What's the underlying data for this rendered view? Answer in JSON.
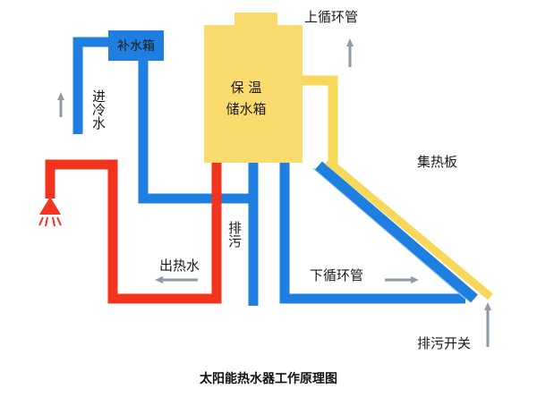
{
  "labels": {
    "makeup_tank": "补水箱",
    "storage_tank_line1": "保  温",
    "storage_tank_line2": "储水箱",
    "upper_circulation_pipe": "上循环管",
    "cold_water_inlet": "进冷水",
    "collector_panel": "集热板",
    "drain": "排污",
    "hot_water_outlet": "出热水",
    "lower_circulation_pipe": "下循环管",
    "drain_switch": "排污开关"
  },
  "caption": "太阳能热水器工作原理图",
  "colors": {
    "tank_yellow": "#FADC6E",
    "pipe_blue": "#1E7FE0",
    "pipe_red": "#F2341E",
    "pipe_yellow": "#F7D85A",
    "arrow_gray": "#8E9BA6"
  }
}
